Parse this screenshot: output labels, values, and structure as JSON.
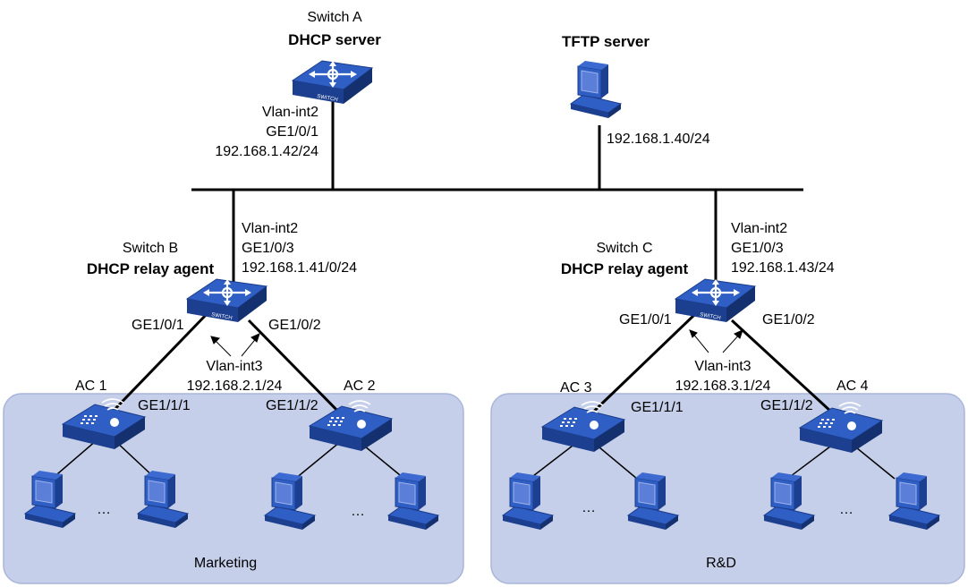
{
  "colors": {
    "area_fill": "#c5cfea",
    "area_stroke": "#a9b6d9",
    "device_top": "#2f5fc4",
    "device_side": "#1c3f8f",
    "device_dark": "#14306e",
    "screen": "#4b6fcf",
    "line": "#000000"
  },
  "switch_a": {
    "name": "Switch A",
    "role": "DHCP server",
    "port": [
      "Vlan-int2",
      "GE1/0/1",
      "192.168.1.42/24"
    ]
  },
  "tftp": {
    "role": "TFTP server",
    "ip": "192.168.1.40/24"
  },
  "switch_b": {
    "name": "Switch B",
    "role": "DHCP relay agent",
    "uplink": [
      "Vlan-int2",
      "GE1/0/3",
      "192.168.1.41/0/24"
    ],
    "port_left": "GE1/0/1",
    "port_right": "GE1/0/2",
    "downlink": [
      "Vlan-int3",
      "192.168.2.1/24"
    ]
  },
  "switch_c": {
    "name": "Switch C",
    "role": "DHCP relay agent",
    "uplink": [
      "Vlan-int2",
      "GE1/0/3",
      "192.168.1.43/24"
    ],
    "port_left": "GE1/0/1",
    "port_right": "GE1/0/2",
    "downlink": [
      "Vlan-int3",
      "192.168.3.1/24"
    ]
  },
  "ac1": {
    "name": "AC 1",
    "port": "GE1/1/1"
  },
  "ac2": {
    "name": "AC 2",
    "port": "GE1/1/2"
  },
  "ac3": {
    "name": "AC 3",
    "port": "GE1/1/1"
  },
  "ac4": {
    "name": "AC 4",
    "port": "GE1/1/2"
  },
  "areas": {
    "left": "Marketing",
    "right": "R&D"
  },
  "ellipsis": "…",
  "device_caption": "SWITCH"
}
